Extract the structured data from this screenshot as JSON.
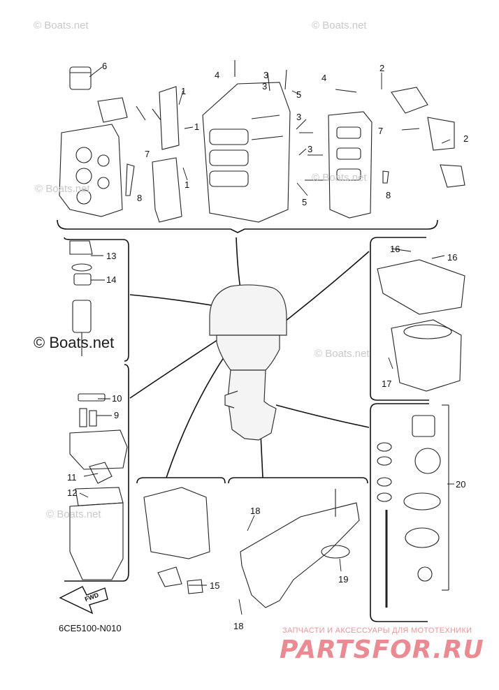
{
  "watermarks": {
    "top_left": "© Boats.net",
    "top_right": "© Boats.net",
    "mid_left": "© Boats.net",
    "mid_right": "© Boats.net",
    "center": "© Boats.net",
    "lower_left": "© Boats.net",
    "lower_right": "© Boats.net"
  },
  "callouts": {
    "c1a": "1",
    "c1b": "1",
    "c1c": "1",
    "c2a": "2",
    "c2b": "2",
    "c3a": "3",
    "c3b": "3",
    "c3c": "3",
    "c3d": "3",
    "c4a": "4",
    "c4b": "4",
    "c5a": "5",
    "c5b": "5",
    "c6": "6",
    "c7a": "7",
    "c7b": "7",
    "c8a": "8",
    "c8b": "8",
    "c9": "9",
    "c10": "10",
    "c11": "11",
    "c12": "12",
    "c13": "13",
    "c14": "14",
    "c15": "15",
    "c16a": "16",
    "c16b": "16",
    "c17": "17",
    "c18a": "18",
    "c18b": "18",
    "c19": "19",
    "c20": "20"
  },
  "diagram_code": "6CE5100-N010",
  "fwd_label": "FWD",
  "brand": {
    "tagline": "ЗАПЧАСТИ И АКСЕССУАРЫ ДЛЯ МОТОТЕХНИКИ",
    "logo": "PARTSFOR.RU"
  }
}
